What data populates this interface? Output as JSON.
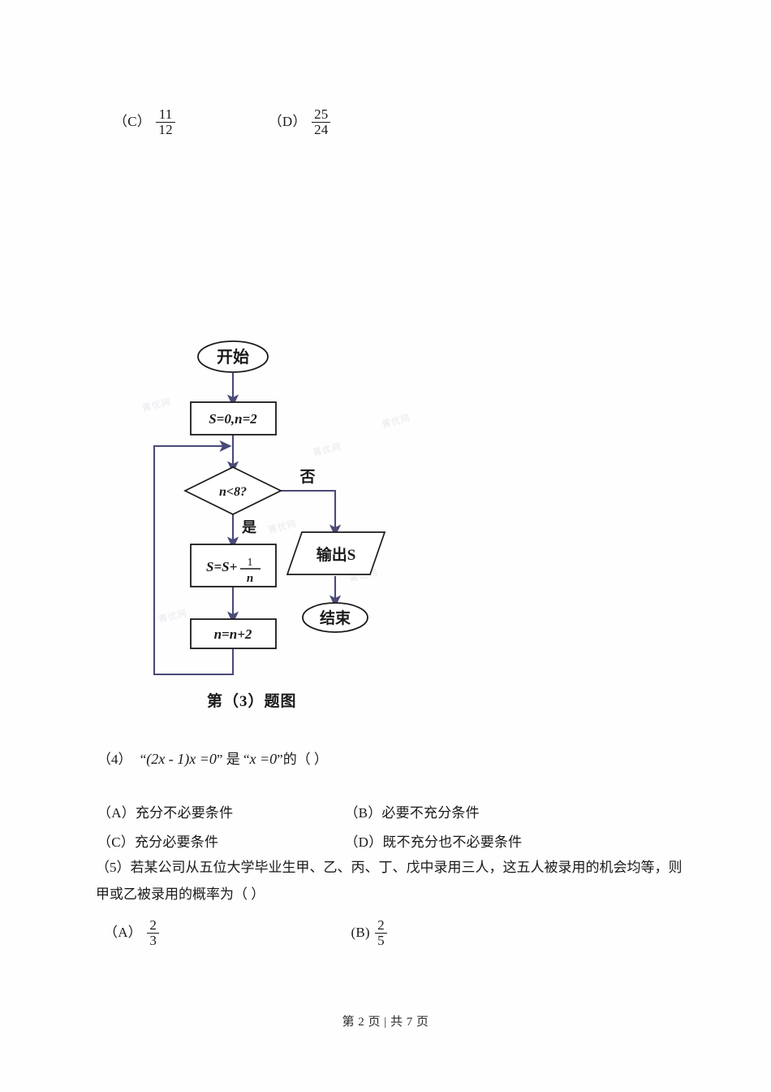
{
  "top_choices": [
    {
      "label": "（C）",
      "numerator": "11",
      "denominator": "12"
    },
    {
      "label": "（D）",
      "numerator": "25",
      "denominator": "24"
    }
  ],
  "flowchart": {
    "caption": "第（3）题图",
    "nodes": {
      "start": "开始",
      "init": "S=0,n=2",
      "decision": "n<8?",
      "process_assign_prefix": "S=S+",
      "process_fraction_num": "1",
      "process_fraction_den": "n",
      "increment": "n=n+2",
      "output": "输出S",
      "end": "结束"
    },
    "branch_labels": {
      "yes": "是",
      "no": "否"
    },
    "colors": {
      "connector": "#4a4a78",
      "shape_outline": "#1a1a1a",
      "shape_fill": "#ffffff"
    }
  },
  "question4": {
    "number": "（4）",
    "quote_open": "“",
    "quote_close": "”",
    "expr_left": "(2x - 1)x =0",
    "middle": "是",
    "expr_right": "x =0",
    "tail": "的（        ）",
    "choices": [
      {
        "label": "（A）",
        "text": "充分不必要条件"
      },
      {
        "label": "（B）",
        "text": "必要不充分条件"
      },
      {
        "label": "（C）",
        "text": "充分必要条件"
      },
      {
        "label": "（D）",
        "text": "既不充分也不必要条件"
      }
    ]
  },
  "question5": {
    "number": "（5）",
    "line1": "若某公司从五位大学毕业生甲、乙、丙、丁、戊中录用三人，这五人被录用的机会均等，则",
    "line2": "甲或乙被录用的概率为（      ）",
    "choices": [
      {
        "label": "（A）",
        "numerator": "2",
        "denominator": "3"
      },
      {
        "label": "(B)",
        "numerator": "2",
        "denominator": "5"
      }
    ]
  },
  "footer": {
    "text": "第 2 页 | 共 7 页"
  }
}
